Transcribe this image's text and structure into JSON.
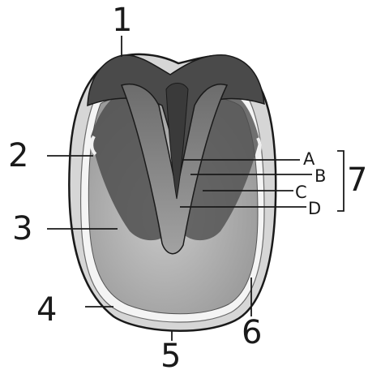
{
  "labels": {
    "n1": "1",
    "n2": "2",
    "n3": "3",
    "n4": "4",
    "n5": "5",
    "n6": "6",
    "n7": "7",
    "a": "A",
    "b": "B",
    "c": "C",
    "d": "D"
  },
  "colors": {
    "ink": "#1a1a1a",
    "wall_outer": "#cfcfcf",
    "white_line": "#f4f4f4",
    "sole": "#b4b4b4",
    "frog": "#8d8d8d",
    "bars": "#5a5a5a",
    "heel_bulbs": "#4a4a4a"
  }
}
